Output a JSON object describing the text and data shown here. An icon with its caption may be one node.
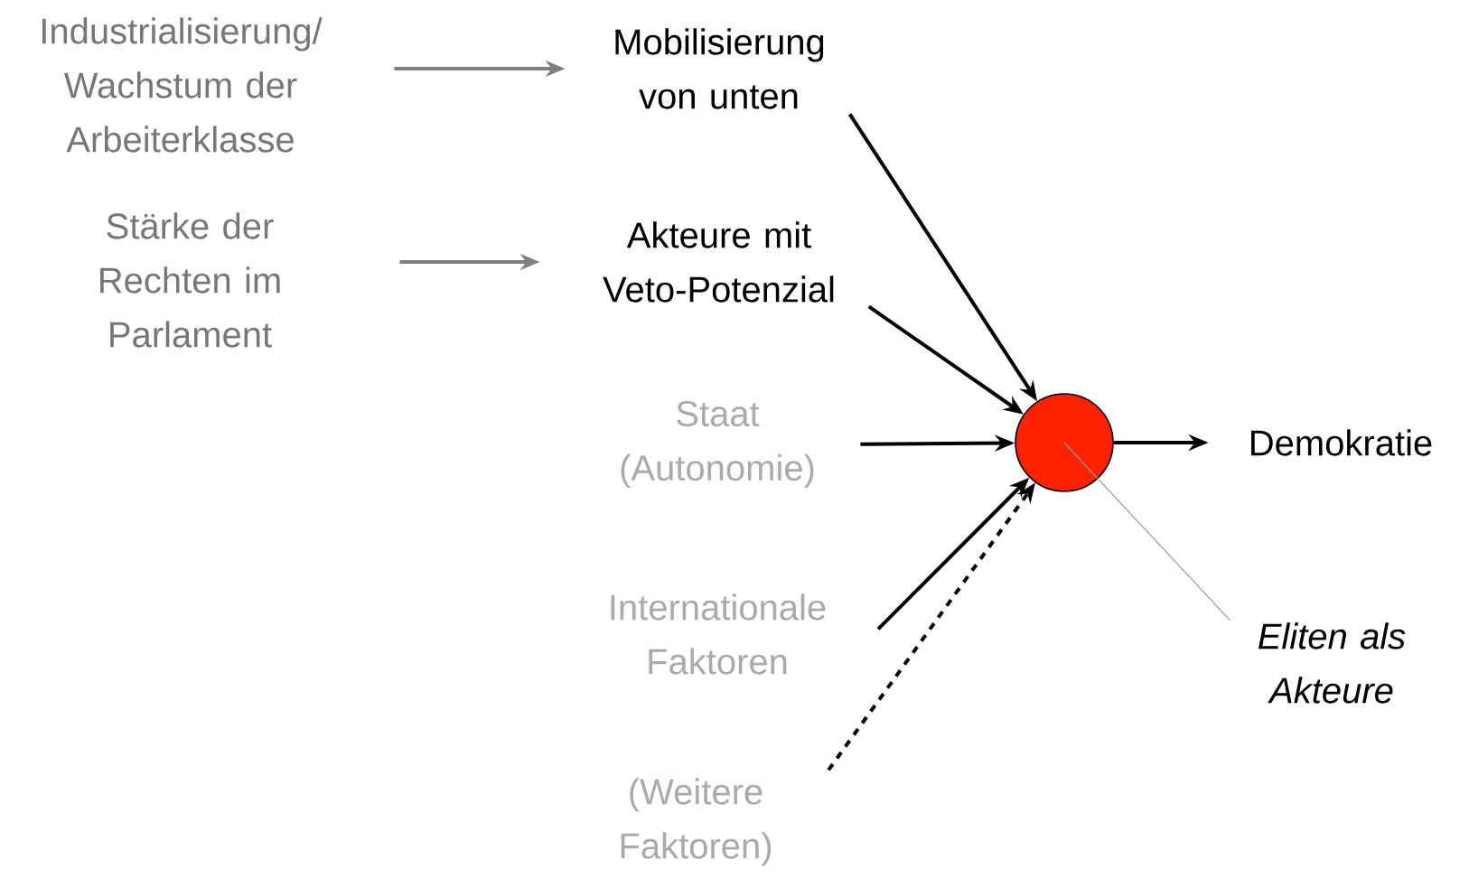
{
  "diagram": {
    "nodes": [
      {
        "text": [
          "Industrialisierung/ Wachstum der Arbeiterklasse"
        ]
      },
      {
        "text": [
          "Mobilisierung von unten"
        ]
      },
      {
        "text": [
          "Stärke der Rechten im Parlament"
        ]
      },
      {
        "text": [
          "Akteure mit Veto-Potenzial"
        ]
      },
      {
        "text": [
          "Staat (Autonomie)"
        ]
      },
      {
        "text": [],
        "shape": "circle"
      },
      {
        "text": [
          "Demokratie"
        ]
      },
      {
        "text": [
          "Internationale Faktoren"
        ]
      },
      {
        "text": [
          "(Weitere Faktoren)"
        ]
      },
      {
        "text": [
          "Eliten als Akteure"
        ]
      }
    ],
    "edges": [
      {
        "from": 0,
        "to": 1,
        "arrow": "to",
        "color": "#808080"
      },
      {
        "from": 2,
        "to": 3,
        "arrow": "to",
        "color": "#808080"
      },
      {
        "from": 1,
        "to": 5,
        "arrow": "to"
      },
      {
        "from": 3,
        "to": 5,
        "arrow": "to"
      },
      {
        "from": 4,
        "to": 5,
        "arrow": "to"
      },
      {
        "from": 5,
        "to": 6,
        "arrow": "to"
      },
      {
        "from": 7,
        "to": 5,
        "arrow": "to"
      },
      {
        "from": 8,
        "to": 5,
        "arrow": "to",
        "style": "dashed"
      },
      {
        "from": 9,
        "to": 5,
        "arrow": "none",
        "color": "#999999"
      }
    ]
  }
}
